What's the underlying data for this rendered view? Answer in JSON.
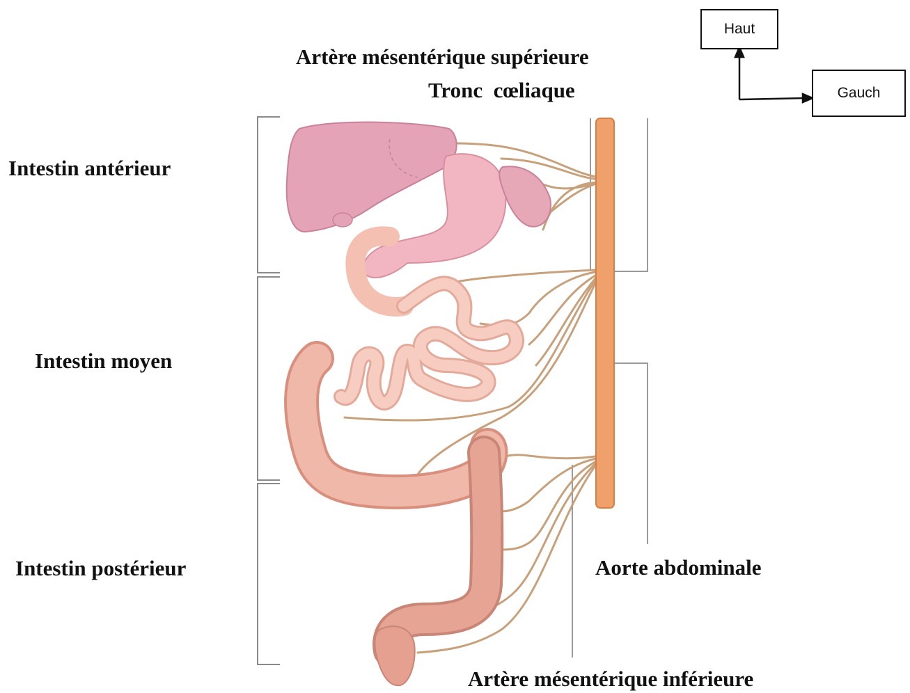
{
  "labels": {
    "superior_mesenteric": "Artère mésentérique supérieure",
    "celiac_trunk": "Tronc  cœliaque",
    "foregut": "Intestin antérieur",
    "midgut": "Intestin moyen",
    "hindgut": "Intestin postérieur",
    "abdominal_aorta": "Aorte abdominale",
    "inferior_mesenteric": "Artère mésentérique inférieure"
  },
  "orientation": {
    "up_label": "Haut",
    "left_label": "Gauch"
  },
  "colors": {
    "aorta": "#f0a06a",
    "aorta_edge": "#d77e45",
    "artery": "#c7a17c",
    "liver": "#e4a3b7",
    "stomach": "#f1b6c2",
    "intestine": "#f4c0b2",
    "colon": "#ecaf9f",
    "bracket": "#8a8a8a"
  }
}
